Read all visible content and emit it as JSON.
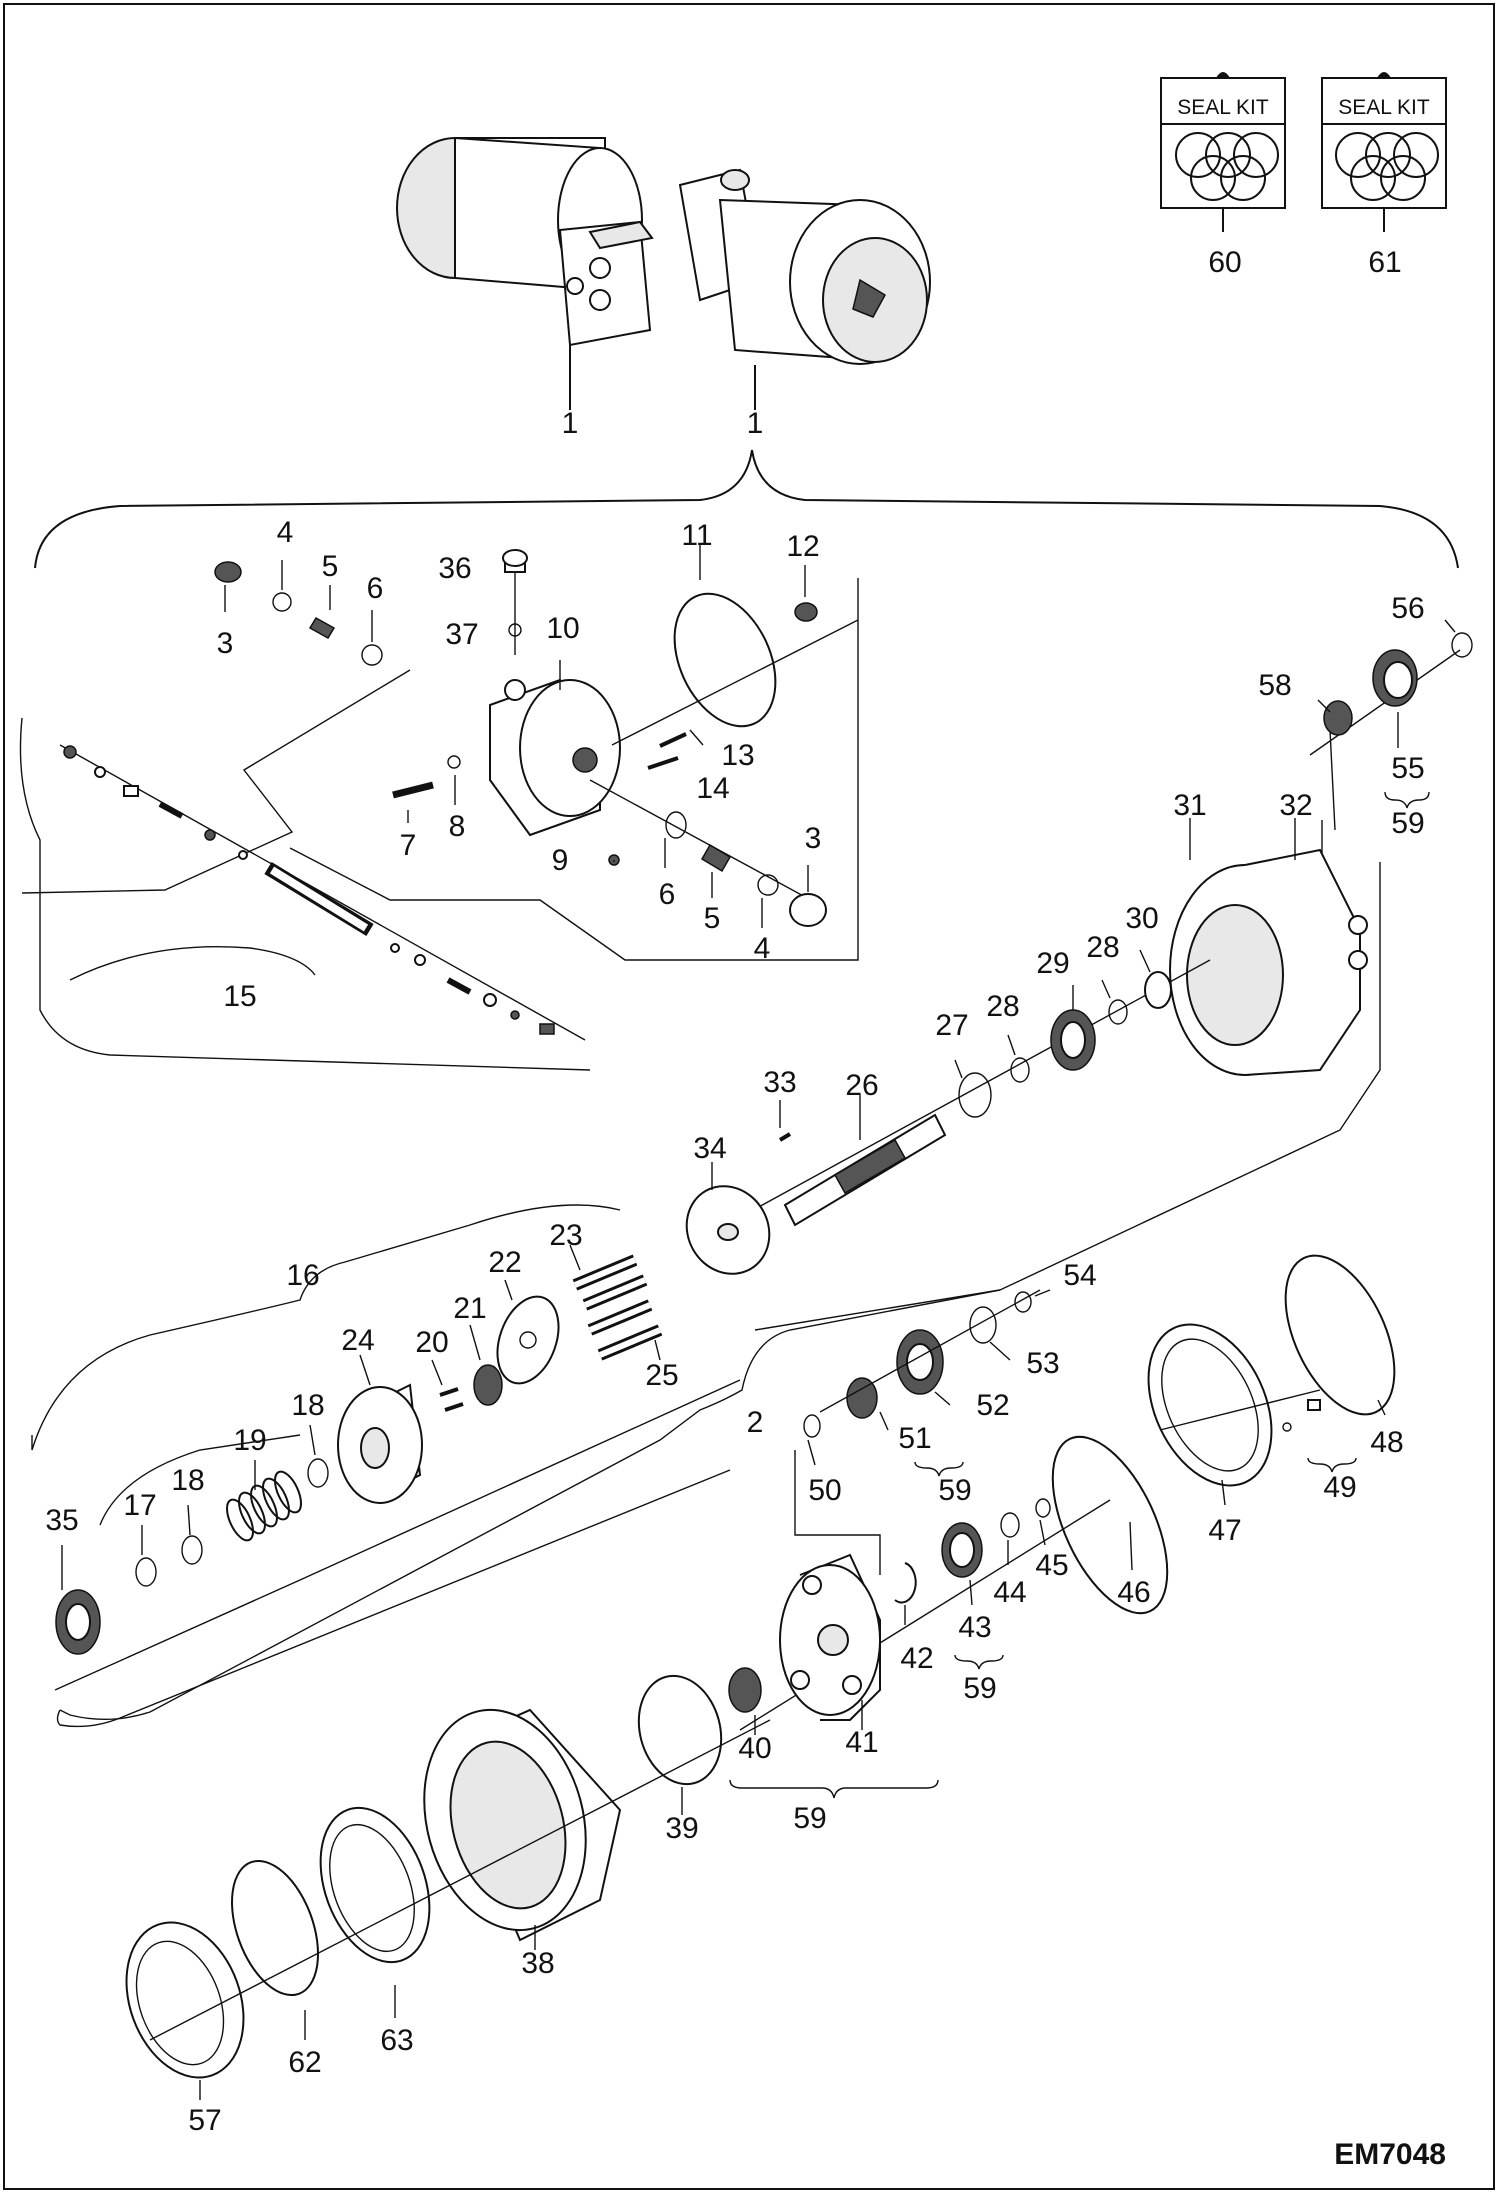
{
  "diagram_code": "EM7048",
  "seal_kits": [
    {
      "title": "SEAL KIT",
      "number": "60"
    },
    {
      "title": "SEAL KIT",
      "number": "61"
    }
  ],
  "callouts": {
    "c1a": "1",
    "c1b": "1",
    "c2": "2",
    "c3a": "3",
    "c3b": "3",
    "c4a": "4",
    "c4b": "4",
    "c5a": "5",
    "c5b": "5",
    "c6a": "6",
    "c6b": "6",
    "c7": "7",
    "c8": "8",
    "c9": "9",
    "c10": "10",
    "c11": "11",
    "c12": "12",
    "c13": "13",
    "c14": "14",
    "c15": "15",
    "c16": "16",
    "c17": "17",
    "c18a": "18",
    "c18b": "18",
    "c19": "19",
    "c20": "20",
    "c21": "21",
    "c22": "22",
    "c23": "23",
    "c24": "24",
    "c25": "25",
    "c26": "26",
    "c27": "27",
    "c28a": "28",
    "c28b": "28",
    "c29": "29",
    "c30": "30",
    "c31": "31",
    "c32": "32",
    "c33": "33",
    "c34": "34",
    "c35": "35",
    "c36": "36",
    "c37": "37",
    "c38": "38",
    "c39": "39",
    "c40": "40",
    "c41": "41",
    "c42": "42",
    "c43": "43",
    "c44": "44",
    "c45": "45",
    "c46": "46",
    "c47": "47",
    "c48": "48",
    "c49": "49",
    "c50": "50",
    "c51": "51",
    "c52": "52",
    "c53": "53",
    "c54": "54",
    "c55": "55",
    "c56": "56",
    "c57": "57",
    "c58": "58",
    "c59a": "59",
    "c59b": "59",
    "c59c": "59",
    "c59d": "59",
    "c62": "62",
    "c63": "63"
  }
}
